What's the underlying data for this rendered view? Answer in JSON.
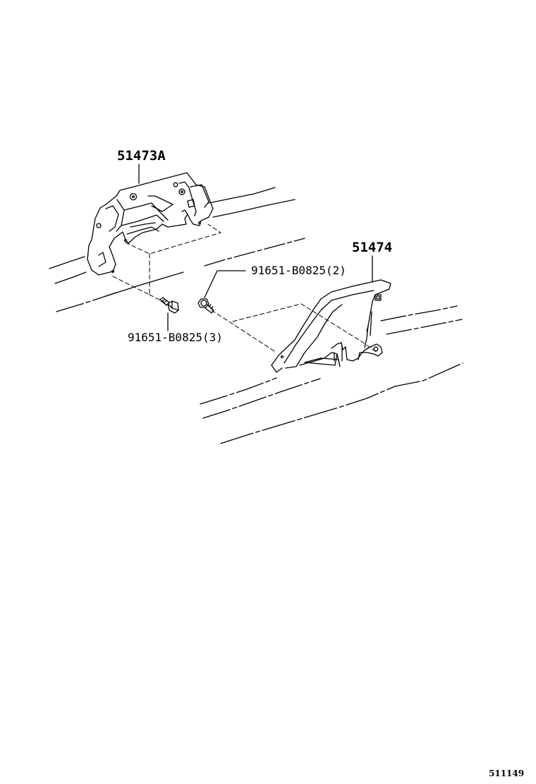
{
  "diagram": {
    "type": "exploded parts diagram",
    "line_color": "#000000",
    "background_color": "#ffffff",
    "parts": [
      {
        "id": "part-51473A",
        "label": "51473A",
        "description": "left bracket / plate"
      },
      {
        "id": "part-51474",
        "label": "51474",
        "description": "right bracket"
      },
      {
        "id": "bolt-2",
        "label": "91651-B0825(2)",
        "description": "flange bolt, qty 2"
      },
      {
        "id": "bolt-3",
        "label": "91651-B0825(3)",
        "description": "flange bolt, qty 3"
      }
    ],
    "footer_id": "511149"
  }
}
